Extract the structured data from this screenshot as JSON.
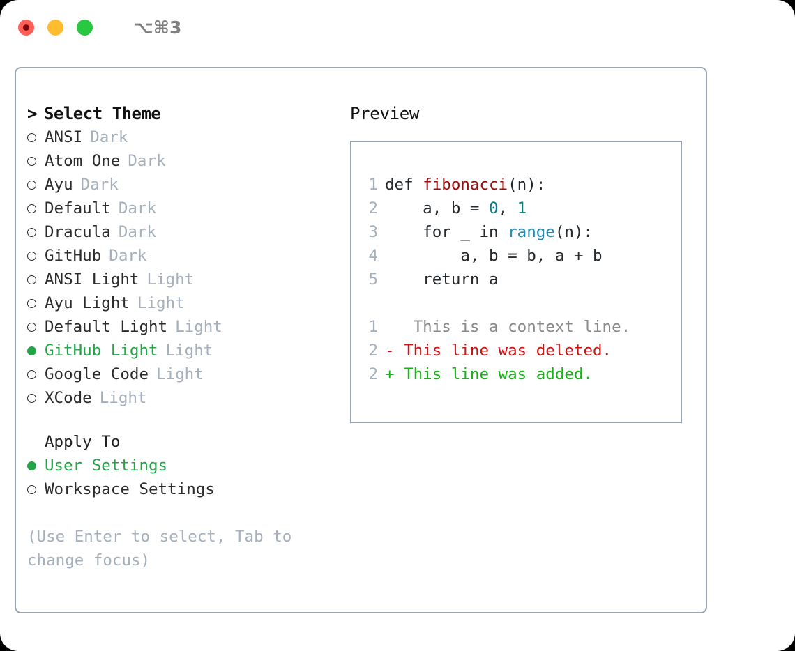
{
  "titlebar": {
    "shortcut": "⌥⌘3",
    "lights": [
      {
        "name": "close-button",
        "color": "#ff5f57"
      },
      {
        "name": "minimize-button",
        "color": "#febc2e"
      },
      {
        "name": "maximize-button",
        "color": "#28c840"
      }
    ]
  },
  "theme_picker": {
    "caret": ">",
    "header": "Select Theme",
    "items": [
      {
        "name": "ANSI",
        "kind": "Dark",
        "selected": false
      },
      {
        "name": "Atom One",
        "kind": "Dark",
        "selected": false
      },
      {
        "name": "Ayu",
        "kind": "Dark",
        "selected": false
      },
      {
        "name": "Default",
        "kind": "Dark",
        "selected": false
      },
      {
        "name": "Dracula",
        "kind": "Dark",
        "selected": false
      },
      {
        "name": "GitHub",
        "kind": "Dark",
        "selected": false
      },
      {
        "name": "ANSI Light",
        "kind": "Light",
        "selected": false
      },
      {
        "name": "Ayu Light",
        "kind": "Light",
        "selected": false
      },
      {
        "name": "Default Light",
        "kind": "Light",
        "selected": false
      },
      {
        "name": "GitHub Light",
        "kind": "Light",
        "selected": true
      },
      {
        "name": "Google Code",
        "kind": "Light",
        "selected": false
      },
      {
        "name": "XCode",
        "kind": "Light",
        "selected": false
      }
    ]
  },
  "apply_to": {
    "label": "Apply To",
    "options": [
      {
        "name": "User Settings",
        "selected": true
      },
      {
        "name": "Workspace Settings",
        "selected": false
      }
    ]
  },
  "hint": "(Use Enter to select, Tab to change focus)",
  "preview": {
    "title": "Preview",
    "code_lines": [
      {
        "no": "1",
        "parts": [
          {
            "t": "def ",
            "c": "plain"
          },
          {
            "t": "fibonacci",
            "c": "fn"
          },
          {
            "t": "(n):",
            "c": "plain"
          }
        ]
      },
      {
        "no": "2",
        "parts": [
          {
            "t": "    a, b = ",
            "c": "plain"
          },
          {
            "t": "0",
            "c": "num"
          },
          {
            "t": ", ",
            "c": "plain"
          },
          {
            "t": "1",
            "c": "num"
          }
        ]
      },
      {
        "no": "3",
        "parts": [
          {
            "t": "    for _ in ",
            "c": "plain"
          },
          {
            "t": "range",
            "c": "call"
          },
          {
            "t": "(n):",
            "c": "plain"
          }
        ]
      },
      {
        "no": "4",
        "parts": [
          {
            "t": "        a, b = b, a + b",
            "c": "plain"
          }
        ]
      },
      {
        "no": "5",
        "parts": [
          {
            "t": "    return a",
            "c": "plain"
          }
        ]
      }
    ],
    "diff_lines": [
      {
        "no": "1",
        "marker": " ",
        "text": "  This is a context line.",
        "kind": "context"
      },
      {
        "no": "2",
        "marker": "-",
        "text": " This line was deleted.",
        "kind": "deleted"
      },
      {
        "no": "2",
        "marker": "+",
        "text": " This line was added.",
        "kind": "added"
      }
    ]
  },
  "colors": {
    "accent_green": "#22a447",
    "muted": "#a6b0bc",
    "border": "#9aa5b1",
    "syntax_function": "#9e0a0a",
    "syntax_number": "#0a7d7d",
    "syntax_call": "#1a8cb8",
    "diff_added": "#16b516",
    "diff_deleted": "#cc1212",
    "diff_context": "#8a8a8a"
  }
}
